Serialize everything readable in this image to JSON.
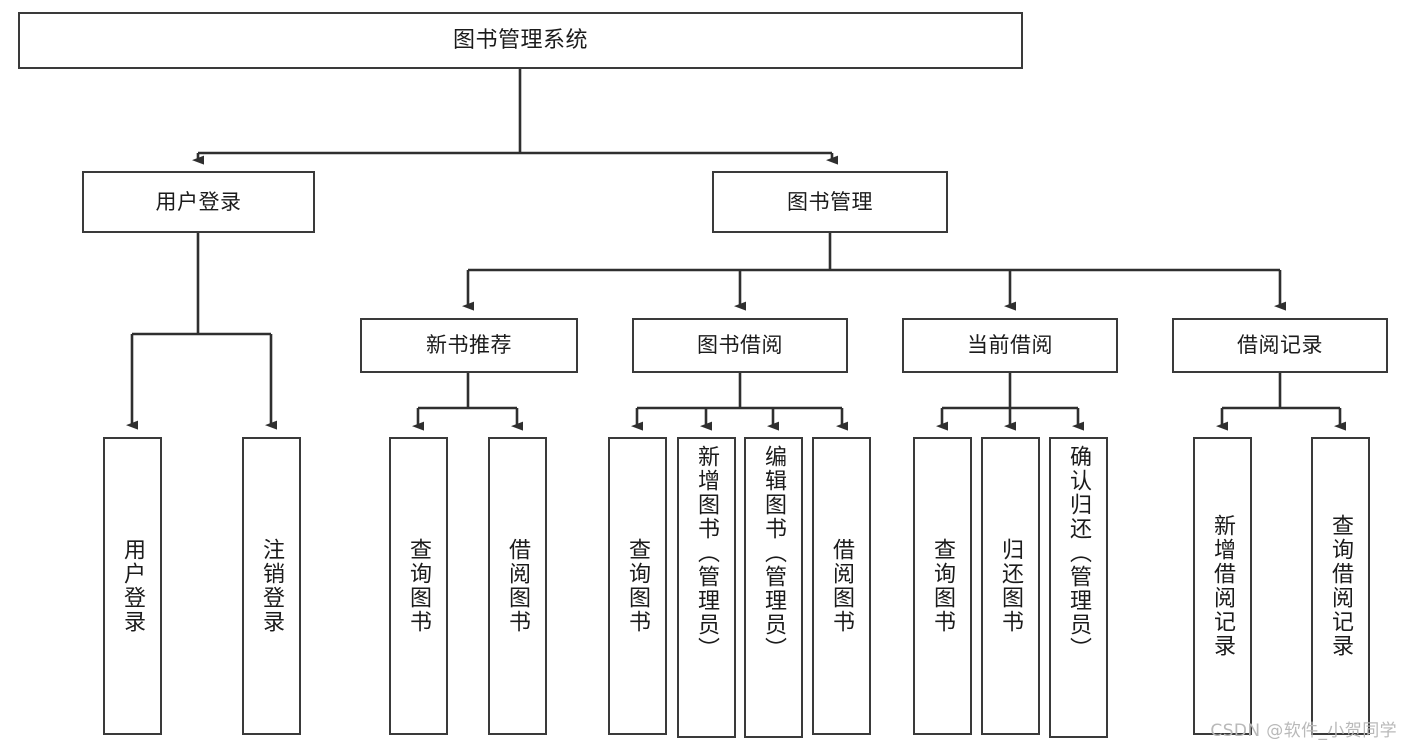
{
  "diagram": {
    "title": "图书管理系统",
    "type": "hierarchy-tree",
    "watermark": "CSDN @软件_小贺同学",
    "colors": {
      "box_border": "#3a3a3a",
      "box_fill": "#ffffff",
      "connector": "#2f2f2f",
      "text": "#1b1b1b",
      "watermark": "#b9b9b9",
      "background": "#ffffff"
    },
    "levels": {
      "root": {
        "label": "图书管理系统"
      },
      "level2": [
        {
          "id": "user-login",
          "label": "用户登录"
        },
        {
          "id": "book-management",
          "label": "图书管理"
        }
      ],
      "level3": [
        {
          "id": "new-book-recommend",
          "label": "新书推荐",
          "parent": "book-management"
        },
        {
          "id": "book-borrow",
          "label": "图书借阅",
          "parent": "book-management"
        },
        {
          "id": "current-borrow",
          "label": "当前借阅",
          "parent": "book-management"
        },
        {
          "id": "borrow-record",
          "label": "借阅记录",
          "parent": "book-management"
        }
      ],
      "leaves": [
        {
          "id": "leaf-user-login",
          "label": "用户登录",
          "parent": "user-login"
        },
        {
          "id": "leaf-logout-login",
          "label": "注销登录",
          "parent": "user-login"
        },
        {
          "id": "leaf-query-book-1",
          "label": "查询图书",
          "parent": "new-book-recommend"
        },
        {
          "id": "leaf-borrow-book-1",
          "label": "借阅图书",
          "parent": "new-book-recommend"
        },
        {
          "id": "leaf-query-book-2",
          "label": "查询图书",
          "parent": "book-borrow"
        },
        {
          "id": "leaf-add-book",
          "label": "新增图书（管理员）",
          "parent": "book-borrow"
        },
        {
          "id": "leaf-edit-book",
          "label": "编辑图书（管理员）",
          "parent": "book-borrow"
        },
        {
          "id": "leaf-borrow-book-2",
          "label": "借阅图书",
          "parent": "book-borrow"
        },
        {
          "id": "leaf-query-book-3",
          "label": "查询图书",
          "parent": "current-borrow"
        },
        {
          "id": "leaf-return-book",
          "label": "归还图书",
          "parent": "current-borrow"
        },
        {
          "id": "leaf-confirm-return",
          "label": "确认归还（管理员）",
          "parent": "current-borrow"
        },
        {
          "id": "leaf-add-record",
          "label": "新增借阅记录",
          "parent": "borrow-record"
        },
        {
          "id": "leaf-query-record",
          "label": "查询借阅记录",
          "parent": "borrow-record"
        }
      ]
    }
  }
}
